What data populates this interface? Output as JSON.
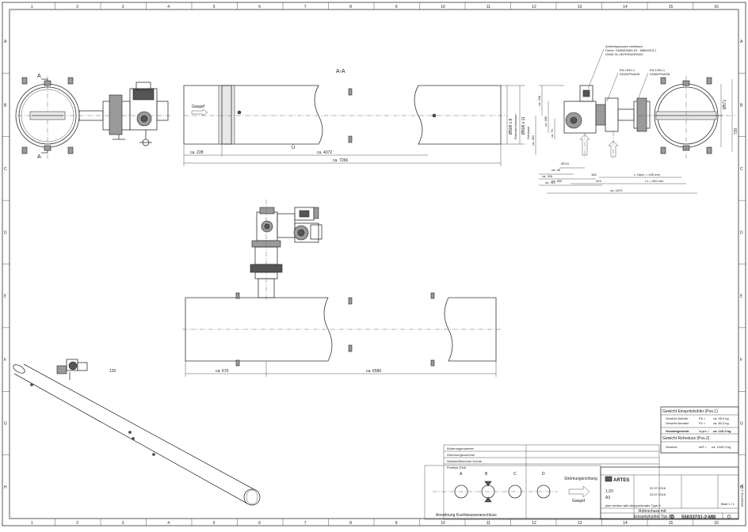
{
  "border": {
    "top_zones": [
      "1",
      "2",
      "3",
      "4",
      "5",
      "6",
      "7",
      "8",
      "9",
      "10",
      "11",
      "12",
      "13",
      "14",
      "15",
      "16"
    ],
    "bottom_zones": [
      "1",
      "2",
      "3",
      "4",
      "5",
      "6",
      "7",
      "8",
      "9",
      "10",
      "11",
      "12",
      "13",
      "14",
      "15",
      "16"
    ],
    "left_zones": [
      "A",
      "B",
      "C",
      "D",
      "E",
      "F",
      "G",
      "H"
    ],
    "right_zones": [
      "A",
      "B",
      "C",
      "D",
      "E",
      "F",
      "G",
      "H"
    ]
  },
  "section_mark": {
    "label_top": "A",
    "label_bottom": "A",
    "view_title": "A-A"
  },
  "view_aa": {
    "flow_label": "Gasgef",
    "dims": {
      "d1": "Ø508 x 8",
      "d1_sub": "Rohrdurchmesser",
      "d2": "Ø508 x 11",
      "d2_sub": "Gehäuse",
      "len_a": "ca. 228",
      "len_b": "ca. 4072",
      "len_c": "ca. 7266",
      "mark": "Ü"
    }
  },
  "view_side": {
    "notes": [
      "Antriebspumpen elektrisch",
      "Drehz. DN65/DN80-20 : M56x55,5:1",
      "DN40 IN LIEFERUMFANG"
    ],
    "flange_a": [
      "EN 1092-1",
      "DN25/PN40/B"
    ],
    "flange_b": [
      "EN 1092-1",
      "DN50/PN40/B"
    ],
    "dims": {
      "h1": "ca. 208",
      "h2": "ca. 362",
      "h3": "ca. 286",
      "h4": "ca. 70",
      "d1": "Ø213",
      "r1": "ca. 48",
      "r2": "ca. 326",
      "r3": "ca. 312",
      "r4": "ca. 350",
      "r5": "160",
      "r6": "429",
      "r7": "x. Maxi. = 435 mm",
      "r8": "L1 = 540 mm",
      "r9": "ca. 1670",
      "od": "Ø571",
      "v": "720"
    }
  },
  "view_front": {
    "dims": {
      "a": "ca. 670",
      "b": "ca. 6580"
    }
  },
  "iso_view": {
    "label": "120"
  },
  "flow_legend": {
    "title": "Strömungsrichtung",
    "subtitle": "Gasgef",
    "positions": [
      "A",
      "B",
      "C",
      "D"
    ],
    "caption": "Anordnung Kuehlwasseranschluss"
  },
  "weights": {
    "title1": "Gewicht Einspritzkühler (Pos.1)",
    "rows": [
      {
        "label": "Gewicht Antrieb",
        "sym": "Pa =",
        "val": "ca. 45,0 kg"
      },
      {
        "label": "Gewicht Armatur",
        "sym": "Pv =",
        "val": "ca. 80,0 kg"
      },
      {
        "label": "Gesamtgewicht",
        "sym": "mges =",
        "val": "ca. 126,0 kg"
      }
    ],
    "title2": "Gewicht Rohrstuss (Pos.2)",
    "row2": {
      "label": "Gewicht",
      "sym": "mR =",
      "val": "ca. 1340,0 kg"
    }
  },
  "title_block": {
    "company": "ARTES",
    "left_rows": [
      "Änderungsnummer",
      "Zeichnungsnummer",
      "Werkstoffnummer Kunde",
      "Position (Teil)"
    ],
    "desc_small": "pipe section with desuperheater Type 3",
    "desc_title1": "Rohrschuss mit",
    "desc_title2": "Einspritzkühler Typ 30",
    "drawing_no_prefix": "D",
    "drawing_no": "55033731-2-MB",
    "revision": "0",
    "scale": "1:20",
    "sheet": "Blatt 1 / 1",
    "format": "A3",
    "date1": "22.07.2016",
    "date2": "25.07.2016",
    "side_label": "55033731-2-MB"
  }
}
